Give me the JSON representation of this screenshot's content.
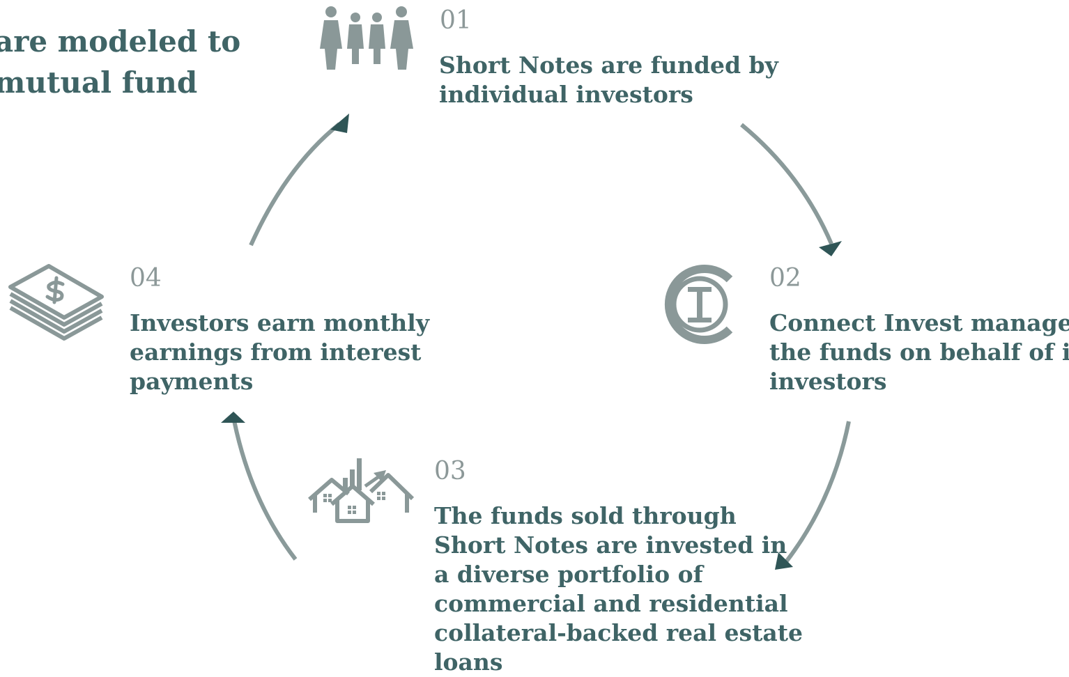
{
  "heading": {
    "lines": [
      "are modeled to",
      "mutual fund"
    ]
  },
  "steps": [
    {
      "number": "01",
      "icon": "people-icon",
      "lines": [
        "Short Notes are funded by",
        "individual investors"
      ]
    },
    {
      "number": "02",
      "icon": "connect-invest-logo-icon",
      "lines": [
        "Connect Invest manages",
        "the funds on behalf of its",
        "investors"
      ]
    },
    {
      "number": "03",
      "icon": "houses-growth-icon",
      "lines": [
        "The funds sold through",
        "Short Notes are invested in",
        "a diverse portfolio of",
        "commercial and residential",
        "collateral-backed real estate",
        "loans"
      ]
    },
    {
      "number": "04",
      "icon": "money-stack-icon",
      "lines": [
        "Investors earn monthly",
        "earnings from interest",
        "payments"
      ]
    }
  ],
  "colors": {
    "text": "#3f6466",
    "number": "#8c9898",
    "icon": "#8a9898",
    "arrow_line": "#8a9a9a",
    "arrow_head": "#2f5556"
  }
}
